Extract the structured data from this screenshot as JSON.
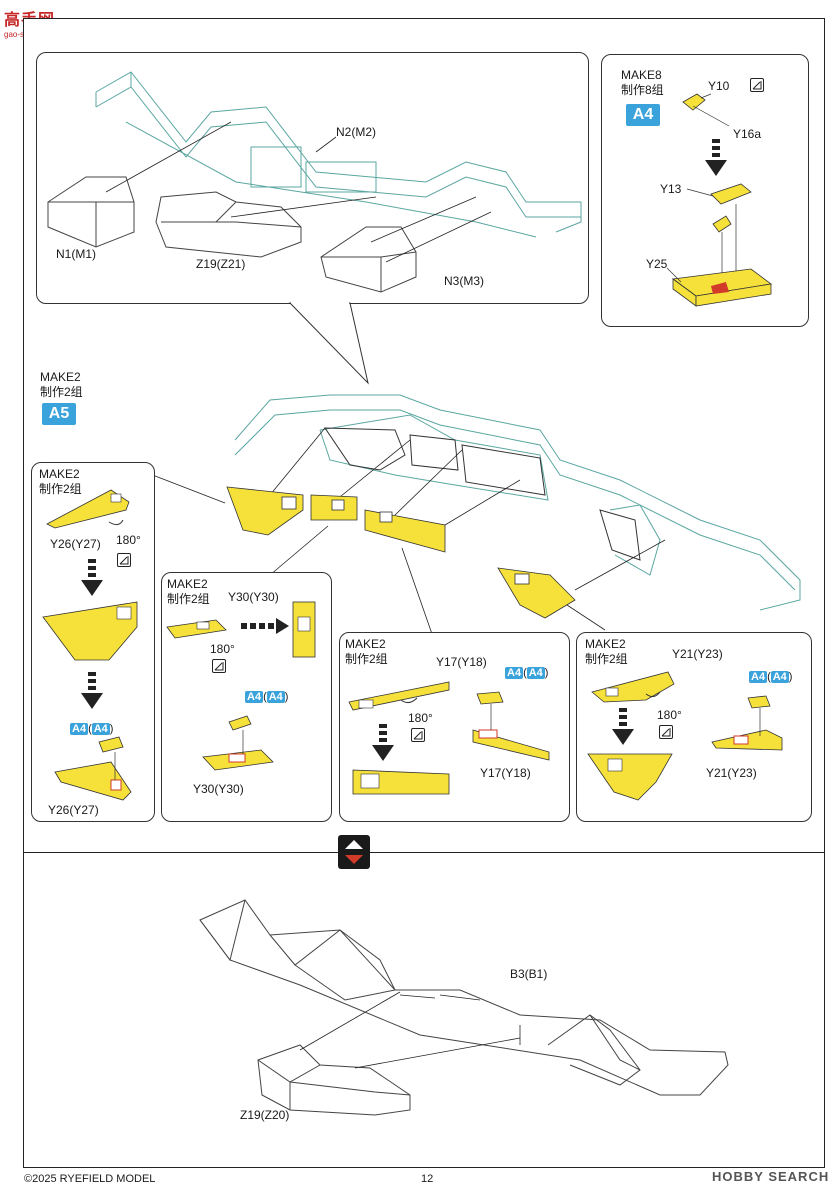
{
  "site_logo": {
    "text": "高手网",
    "url_text": "gao-shou.com"
  },
  "steps": {
    "main_panel": {
      "labels": {
        "n2": "N2(M2)",
        "n1": "N1(M1)",
        "z19a": "Z19(Z21)",
        "n3": "N3(M3)"
      }
    },
    "make8_panel": {
      "make": "MAKE8",
      "zh": "制作8组",
      "badge": "A4",
      "labels": {
        "y10": "Y10",
        "y16a": "Y16a",
        "y13": "Y13",
        "y25": "Y25"
      }
    },
    "center_group": {
      "make": "MAKE2",
      "zh": "制作2组",
      "badge": "A5"
    },
    "sub_panels": [
      {
        "make": "MAKE2",
        "zh": "制作2组",
        "part_top": "Y26(Y27)",
        "angle": "180°",
        "a4": "A4",
        "a4_paren": "A4",
        "part_bottom": "Y26(Y27)"
      },
      {
        "make": "MAKE2",
        "zh": "制作2组",
        "part_top": "Y30(Y30)",
        "angle": "180°",
        "a4": "A4",
        "a4_paren": "A4",
        "part_bottom": "Y30(Y30)"
      },
      {
        "make": "MAKE2",
        "zh": "制作2组",
        "part_top": "Y17(Y18)",
        "angle": "180°",
        "a4": "A4",
        "a4_paren": "A4",
        "part_bottom": "Y17(Y18)"
      },
      {
        "make": "MAKE2",
        "zh": "制作2组",
        "part_top": "Y21(Y23)",
        "angle": "180°",
        "a4": "A4",
        "a4_paren": "A4",
        "part_bottom": "Y21(Y23)"
      }
    ],
    "bottom_section": {
      "labels": {
        "b3": "B3(B1)",
        "z19b": "Z19(Z20)"
      }
    }
  },
  "footer": {
    "copyright": "©2025 RYEFIELD MODEL",
    "page_number": "12",
    "watermark": "HOBBY SEARCH"
  },
  "colors": {
    "part_yellow": "#f6e13a",
    "badge_blue": "#3aa3dc",
    "frame_line": "#5aa7a0",
    "arrow_red": "#d23a2a"
  }
}
